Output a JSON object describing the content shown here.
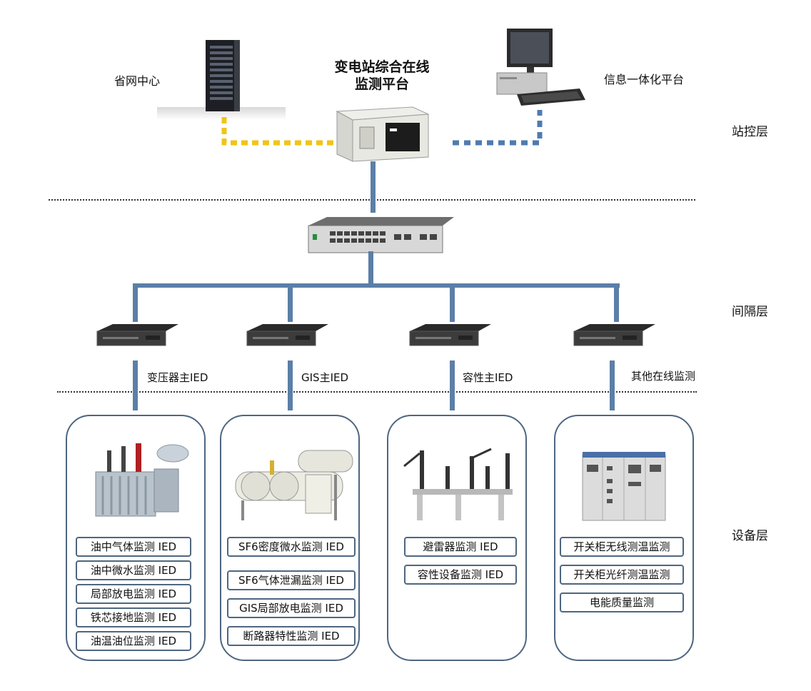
{
  "station_control": {
    "title_line1": "变电站综合在线",
    "title_line2": "监测平台",
    "left_node": "省网中心",
    "right_node": "信息一体化平台"
  },
  "layers": {
    "station": "站控层",
    "bay": "间隔层",
    "device": "设备层"
  },
  "ieds": [
    {
      "label": "变压器主IED"
    },
    {
      "label": "GIS主IED"
    },
    {
      "label": "容性主IED"
    },
    {
      "label": "其他在线监测"
    }
  ],
  "groups": [
    {
      "items": [
        "油中气体监测  IED",
        "油中微水监测  IED",
        "局部放电监测  IED",
        "铁芯接地监测  IED",
        "油温油位监测  IED"
      ]
    },
    {
      "items": [
        "SF6密度微水监测  IED",
        "SF6气体泄漏监测  IED",
        "GIS局部放电监测  IED",
        "断路器特性监测  IED"
      ]
    },
    {
      "items": [
        "避雷器监测  IED",
        "容性设备监测  IED"
      ]
    },
    {
      "items": [
        "开关柜无线测温监测",
        "开关柜光纤测温监测",
        "电能质量监测"
      ]
    }
  ],
  "colors": {
    "bus": "#5b7fa8",
    "yellow_link": "#f0c419",
    "blue_link": "#4f7bb0",
    "box_border": "#4e6680"
  }
}
